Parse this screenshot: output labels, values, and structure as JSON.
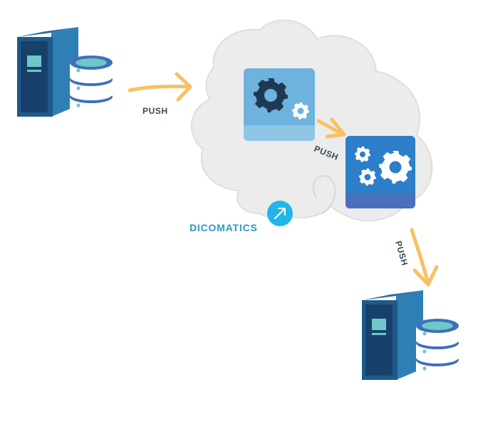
{
  "diagram": {
    "arrows": [
      {
        "label": "PUSH"
      },
      {
        "label": "PUSH"
      },
      {
        "label": "PUSH"
      }
    ],
    "brand": {
      "name": "DICOMATICS",
      "icon": "arrow-up-right-icon"
    },
    "icons": {
      "source_server": "server-database-icon",
      "target_server": "server-database-icon",
      "cloud": "cloud-icon",
      "app_1": "gears-icon",
      "app_2": "gears-icon"
    },
    "colors": {
      "arrow": "#f9c063",
      "cloud": "#ececec",
      "cloud_outline": "#dedede",
      "label_text": "#3a4a55",
      "brand_text": "#2a9bbf",
      "brand_badge": "#1fb6e8",
      "app_1_body": "#6db3de",
      "app_1_footer": "#8fc6e6",
      "app_2_body": "#2c7fc8",
      "app_2_footer": "#4a6fbd",
      "gear_dark": "#1e3a52",
      "gear_light": "#ffffff",
      "server_dark": "#1a3a5c",
      "server_mid": "#1e5a8a",
      "server_side": "#2f7fb7",
      "db_body": "#ffffff",
      "db_band": "#3f6fbd",
      "db_top": "#6fc7c9"
    }
  }
}
